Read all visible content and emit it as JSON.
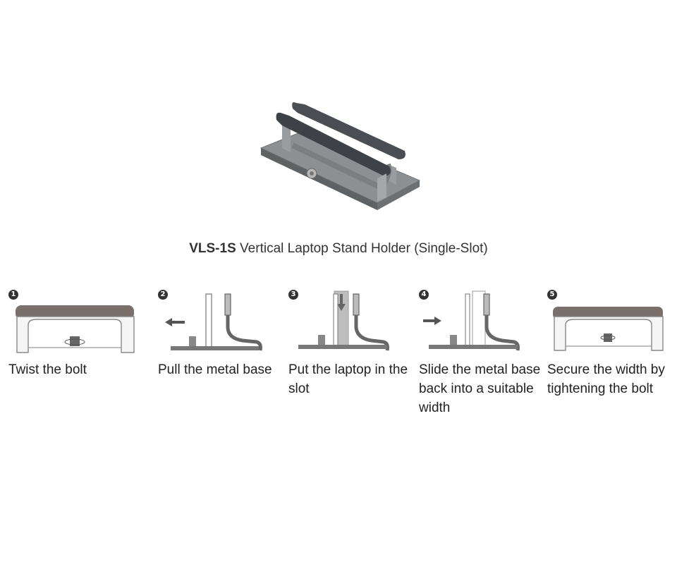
{
  "product": {
    "model": "VLS-1S",
    "description": "Vertical Laptop Stand Holder (Single-Slot)"
  },
  "steps": [
    {
      "number": "1",
      "text": "Twist the bolt"
    },
    {
      "number": "2",
      "text": "Pull the metal base"
    },
    {
      "number": "3",
      "text": "Put the laptop in the slot"
    },
    {
      "number": "4",
      "text": "Slide the metal base back into a suitable width"
    },
    {
      "number": "5",
      "text": "Secure the width by tightening the bolt"
    }
  ],
  "colors": {
    "stand_metal": "#8a8c8e",
    "grip": "#3e4146",
    "pad": "#7a6f6b",
    "arrow": "#555555"
  }
}
